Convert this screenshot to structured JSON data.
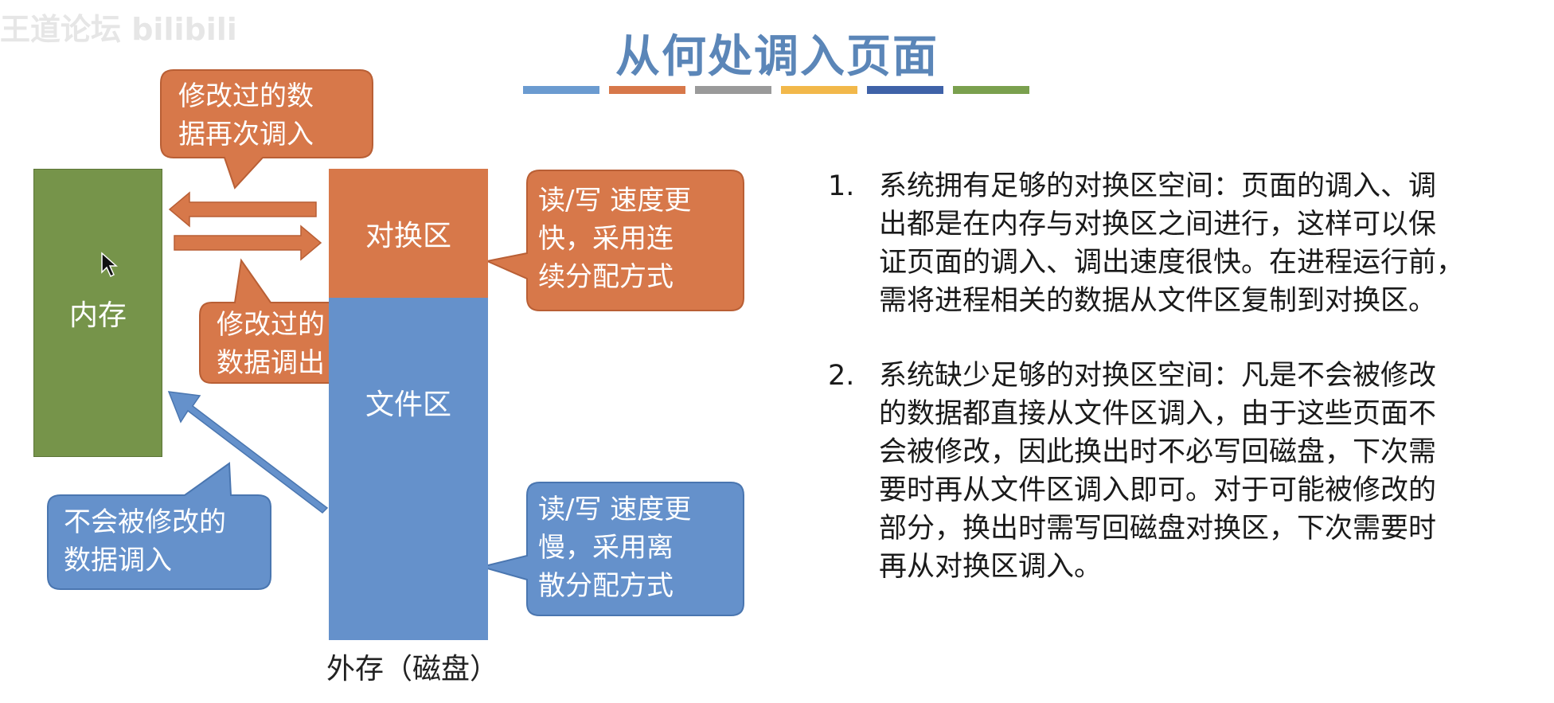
{
  "watermark": "王道论坛 bilibili",
  "title": "从何处调入页面",
  "accent_bars": [
    "#6b9bd0",
    "#d7784a",
    "#9a9a9a",
    "#f2b84a",
    "#3f62a8",
    "#7aa04e"
  ],
  "diagram": {
    "memory_label": "内存",
    "swap_label": "对换区",
    "file_label": "文件区",
    "disk_label": "外存（磁盘）",
    "callouts": {
      "modified_in": [
        "修改过的数",
        "据再次调入"
      ],
      "modified_out": [
        "修改过的",
        "数据调出"
      ],
      "unmodified_in": [
        "不会被修改的",
        "数据调入"
      ],
      "swap_speed": [
        "读/写 速度更",
        "快，采用连",
        "续分配方式"
      ],
      "file_speed": [
        "读/写 速度更",
        "慢，采用离",
        "散分配方式"
      ]
    }
  },
  "points": [
    {
      "num": "1.",
      "lines": [
        "系统拥有足够的对换区空间：页面的调入、调",
        "出都是在内存与对换区之间进行，这样可以保",
        "证页面的调入、调出速度很快。在进程运行前，",
        "需将进程相关的数据从文件区复制到对换区。"
      ]
    },
    {
      "num": "2.",
      "lines": [
        "系统缺少足够的对换区空间：凡是不会被修改",
        "的数据都直接从文件区调入，由于这些页面不",
        "会被修改，因此换出时不必写回磁盘，下次需",
        "要时再从文件区调入即可。对于可能被修改的",
        "部分，换出时需写回磁盘对换区，下次需要时",
        "再从对换区调入。"
      ]
    }
  ]
}
